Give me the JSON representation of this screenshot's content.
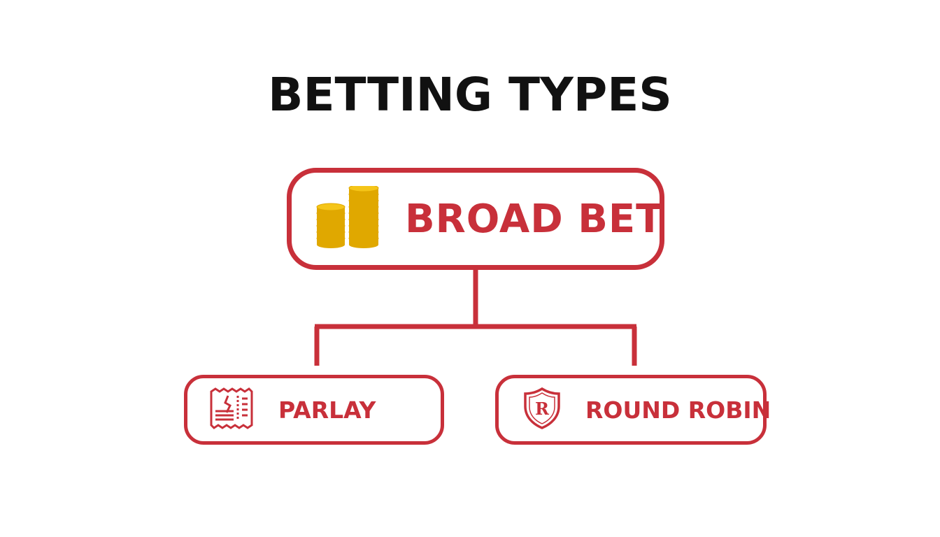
{
  "title": "BETTING TYPES",
  "colors": {
    "accent": "#c8303a",
    "coin": "#f5c518",
    "coin_shade": "#e0a800",
    "title_text": "#111111",
    "background": "#ffffff"
  },
  "root": {
    "label": "BROAD BET",
    "icon": "coin-stack-icon"
  },
  "children": [
    {
      "label": "PARLAY",
      "icon": "ticket-icon"
    },
    {
      "label": "ROUND ROBIN",
      "icon": "shield-r-icon",
      "icon_letter": "R"
    }
  ]
}
